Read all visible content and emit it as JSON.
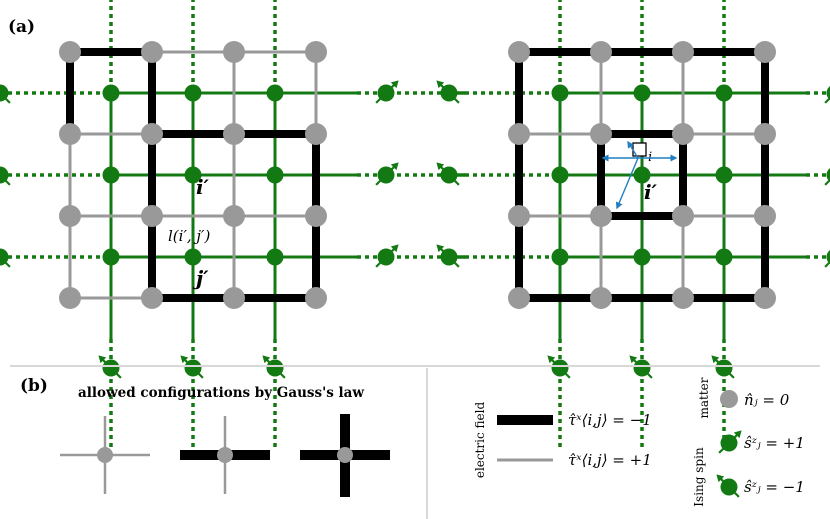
{
  "panel_a_label": "(a)",
  "panel_b_label": "(b)",
  "left_lattice": {
    "site_i_label": "i′",
    "site_j_label": "j′",
    "link_label": "l(i′, j′)"
  },
  "right_lattice": {
    "site_i_label": "i′",
    "plaquette_label": "i"
  },
  "gauss": {
    "title": "allowed configurations by Gauss's law"
  },
  "legend": {
    "electric_field_title": "electric field",
    "tau_minus_label": "τ̂ˣ⟨i,j⟩ = −1",
    "tau_plus_label": "τ̂ˣ⟨i,j⟩ = +1",
    "matter_title": "matter",
    "ising_title": "Ising spin",
    "n_label": "n̂ⱼ = 0",
    "s_up_label": "ŝᶻⱼ = +1",
    "s_down_label": "ŝᶻⱼ = −1"
  },
  "colors": {
    "matter_site": "#999999",
    "ising_spin": "#137a13",
    "field_minus": "#000000",
    "field_plus": "#999999",
    "arrow_blue": "#1f7fc0",
    "divider": "#d8d8d8"
  }
}
